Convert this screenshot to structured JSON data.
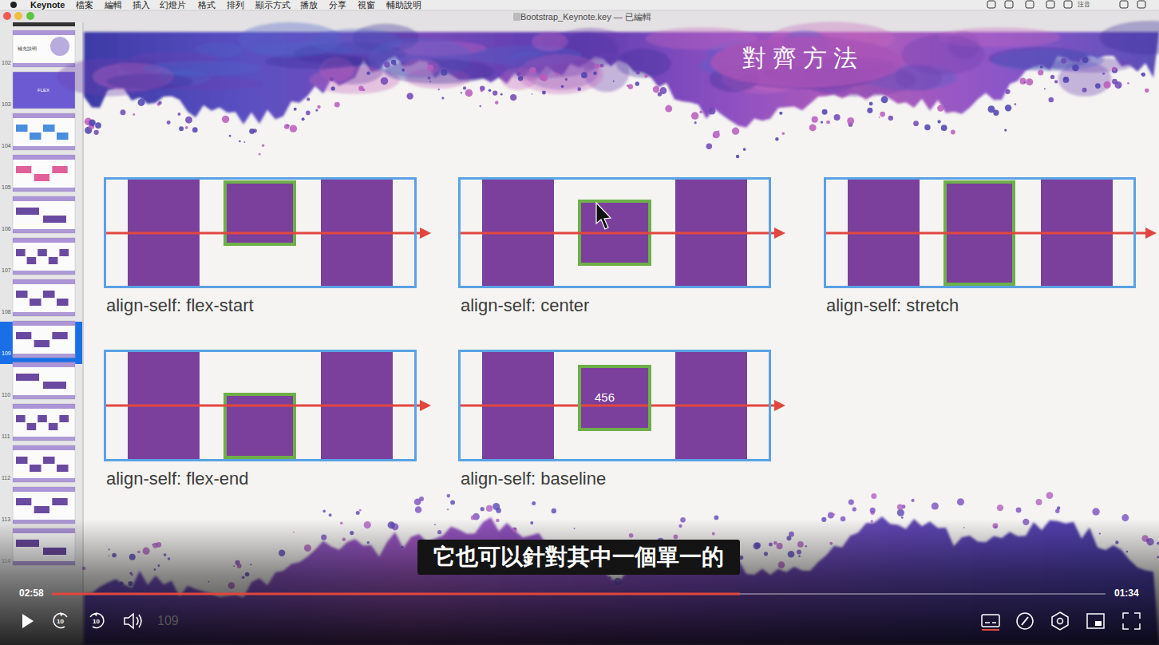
{
  "diagram": {
    "title": "對齊方法",
    "nodes": [
      {
        "text": [
          "align-self: flex-start"
        ]
      },
      {
        "text": [
          "align-self: center"
        ]
      },
      {
        "text": [
          "align-self: stretch"
        ]
      },
      {
        "text": [
          "align-self: flex-end"
        ]
      },
      {
        "text": [
          "align-self: baseline"
        ]
      },
      {
        "text": [
          "456"
        ],
        "in": 4
      },
      {
        "text": [
          "它也可以針對其中一個單一的"
        ]
      }
    ],
    "labels": [
      "Keynote",
      "檔案",
      "編輯",
      "插入",
      "幻燈片",
      "格式",
      "排列",
      "顯示方式",
      "播放",
      "分享",
      "視窗",
      "輔助說明",
      "注音",
      "Bootstrap_Keynote.key — 已編輯",
      "補充說明",
      "FLEX",
      "102",
      "103",
      "104",
      "105",
      "106",
      "107",
      "108",
      "109",
      "110",
      "111",
      "112",
      "113",
      "114",
      "02:58",
      "01:34",
      "10",
      "10",
      "109"
    ]
  }
}
